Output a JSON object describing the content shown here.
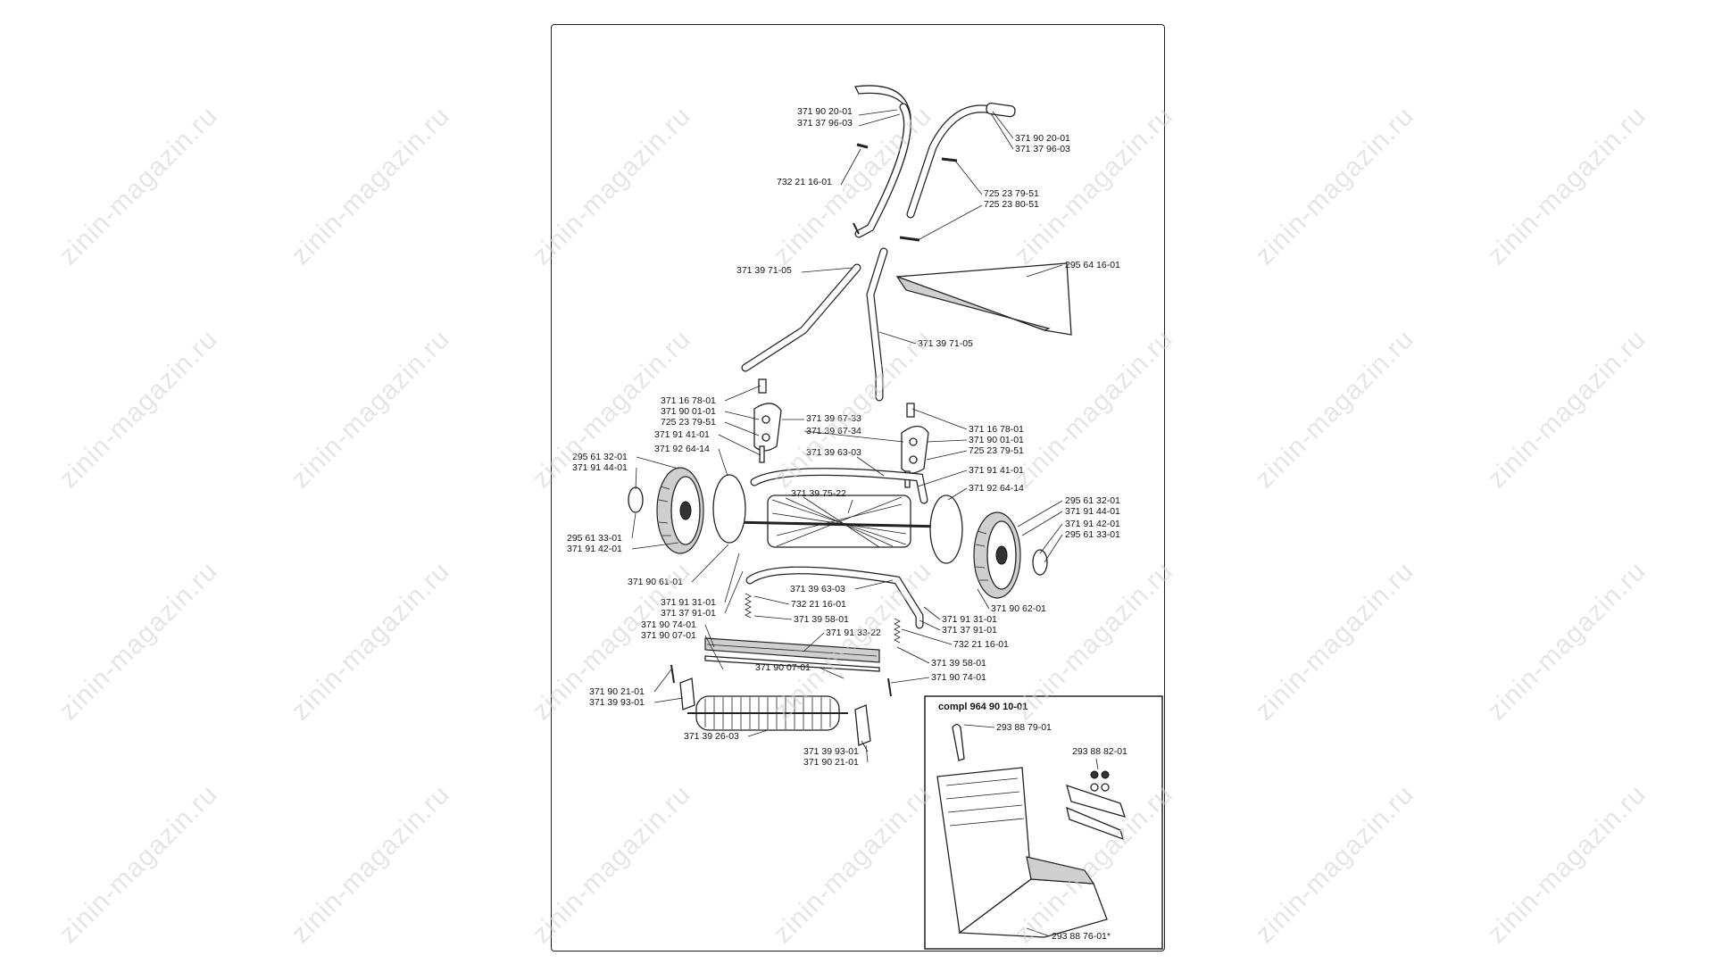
{
  "watermark": "zinin-magazin.ru",
  "labels": [
    {
      "id": "l1",
      "text": "371 90 20-01"
    },
    {
      "id": "l2",
      "text": "371 37 96-03"
    },
    {
      "id": "l3",
      "text": "371 90 20-01"
    },
    {
      "id": "l4",
      "text": "371 37 96-03"
    },
    {
      "id": "l5",
      "text": "732 21 16-01"
    },
    {
      "id": "l6",
      "text": "725 23 79-51"
    },
    {
      "id": "l7",
      "text": "725 23 80-51"
    },
    {
      "id": "l8",
      "text": "371 39 71-05"
    },
    {
      "id": "l9",
      "text": "295 64 16-01"
    },
    {
      "id": "l10",
      "text": "371 39 71-05"
    },
    {
      "id": "l11",
      "text": "371 16 78-01"
    },
    {
      "id": "l12",
      "text": "371 90 01-01"
    },
    {
      "id": "l13",
      "text": "725 23 79-51"
    },
    {
      "id": "l14",
      "text": "371 91 41-01"
    },
    {
      "id": "l15",
      "text": "371 39 67-33"
    },
    {
      "id": "l16",
      "text": "371 39 67-34"
    },
    {
      "id": "l17",
      "text": "371 16 78-01"
    },
    {
      "id": "l18",
      "text": "371 90 01-01"
    },
    {
      "id": "l19",
      "text": "725 23 79-51"
    },
    {
      "id": "l20",
      "text": "371 39 63-03"
    },
    {
      "id": "l21",
      "text": "295 61 32-01"
    },
    {
      "id": "l22",
      "text": "371 91 44-01"
    },
    {
      "id": "l23",
      "text": "371 92 64-14"
    },
    {
      "id": "l24",
      "text": "371 91 41-01"
    },
    {
      "id": "l25",
      "text": "371 39 75-22"
    },
    {
      "id": "l26",
      "text": "371 92 64-14"
    },
    {
      "id": "l27",
      "text": "295 61 32-01"
    },
    {
      "id": "l28",
      "text": "371 91 44-01"
    },
    {
      "id": "l29",
      "text": "371 91 42-01"
    },
    {
      "id": "l30",
      "text": "295 61 33-01"
    },
    {
      "id": "l31",
      "text": "295 61 33-01"
    },
    {
      "id": "l32",
      "text": "371 91 42-01"
    },
    {
      "id": "l33",
      "text": "371 90 61-01"
    },
    {
      "id": "l34",
      "text": "371 39 63-03"
    },
    {
      "id": "l35",
      "text": "371 91 31-01"
    },
    {
      "id": "l36",
      "text": "371 37 91-01"
    },
    {
      "id": "l37",
      "text": "732 21 16-01"
    },
    {
      "id": "l38",
      "text": "371 90 62-01"
    },
    {
      "id": "l39",
      "text": "371 39 58-01"
    },
    {
      "id": "l40",
      "text": "371 91 31-01"
    },
    {
      "id": "l41",
      "text": "371 37 91-01"
    },
    {
      "id": "l42",
      "text": "371 90 74-01"
    },
    {
      "id": "l43",
      "text": "371 91 33-22"
    },
    {
      "id": "l44",
      "text": "371 90 07-01"
    },
    {
      "id": "l45",
      "text": "732 21 16-01"
    },
    {
      "id": "l46",
      "text": "371 39 58-01"
    },
    {
      "id": "l47",
      "text": "371 90 07-01"
    },
    {
      "id": "l48",
      "text": "371 90 74-01"
    },
    {
      "id": "l49",
      "text": "371 90 21-01"
    },
    {
      "id": "l50",
      "text": "371 39 93-01"
    },
    {
      "id": "l51",
      "text": "371 39 26-03"
    },
    {
      "id": "l52",
      "text": "371 39 93-01"
    },
    {
      "id": "l53",
      "text": "371 90 21-01"
    }
  ],
  "inset": {
    "title": "compl 964 90 10-01",
    "labels": [
      {
        "id": "i1",
        "text": "293 88 79-01"
      },
      {
        "id": "i2",
        "text": "293 88 82-01"
      },
      {
        "id": "i3",
        "text": "293 88 76-01*"
      }
    ]
  }
}
